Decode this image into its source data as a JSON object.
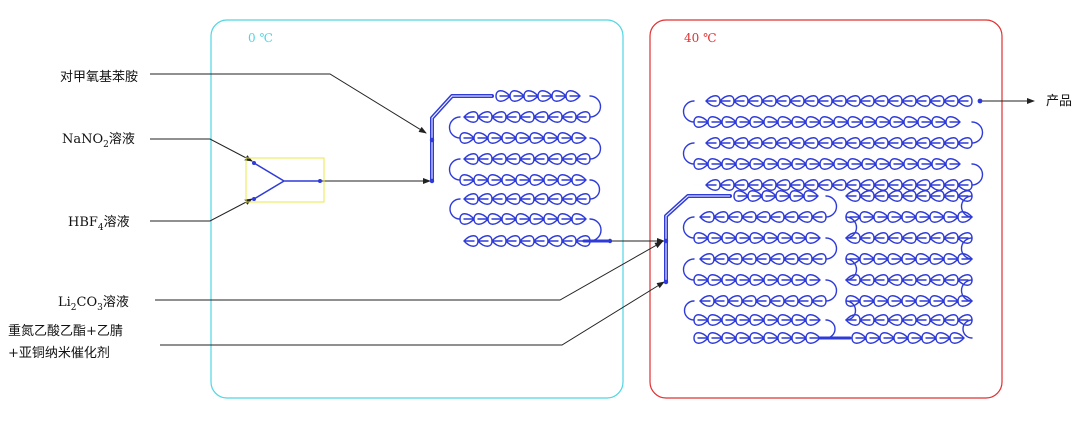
{
  "zones": {
    "cold": {
      "label": "0 ℃",
      "color": "#4fd6e3"
    },
    "hot": {
      "label": "40 ℃",
      "color": "#e03030"
    }
  },
  "inputs": {
    "anisidine": "对甲氧基苯胺",
    "nano2": {
      "main": "NaNO",
      "sub": "2",
      "suffix": "溶液"
    },
    "hbf4": {
      "main": "HBF",
      "sub": "4",
      "suffix": "溶液"
    },
    "li2co3": {
      "pre": "Li",
      "sub1": "2",
      "mid": "CO",
      "sub2": "3",
      "suffix": "溶液"
    },
    "diazo_line1": "重氮乙酸乙酯+乙腈",
    "diazo_line2": "+亚铜纳米催化剂"
  },
  "output": {
    "label": "产品"
  },
  "colors": {
    "tube": "#2f3bd8",
    "mixer_box": "#e8e84a",
    "wire": "#222222"
  }
}
